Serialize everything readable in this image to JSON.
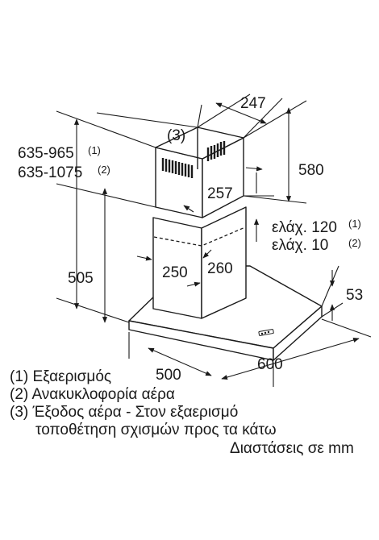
{
  "dimensions": {
    "chimney_height_1": "635-965",
    "chimney_height_1_note": "(1)",
    "chimney_height_2": "635-1075",
    "chimney_height_2_note": "(2)",
    "top_depth": "247",
    "upper_chimney_height": "580",
    "upper_chimney_width": "257",
    "min_overlap_1": "ελάχ. 120",
    "min_overlap_1_note": "(1)",
    "min_overlap_2": "ελάχ. 10",
    "min_overlap_2_note": "(2)",
    "lower_chimney_height": "505",
    "lower_chimney_width": "250",
    "lower_chimney_depth": "260",
    "canopy_height": "53",
    "canopy_depth": "500",
    "canopy_width": "600",
    "callout_3": "(3)"
  },
  "legend": {
    "item_1": "(1) Εξαερισμός",
    "item_2": "(2) Ανακυκλοφορία αέρα",
    "item_3_line_1": "(3) Έξοδος αέρα - Στον εξαερισμό",
    "item_3_line_2": "τοποθέτηση σχισμών προς τα κάτω",
    "units_note": "Διαστάσεις σε mm"
  }
}
